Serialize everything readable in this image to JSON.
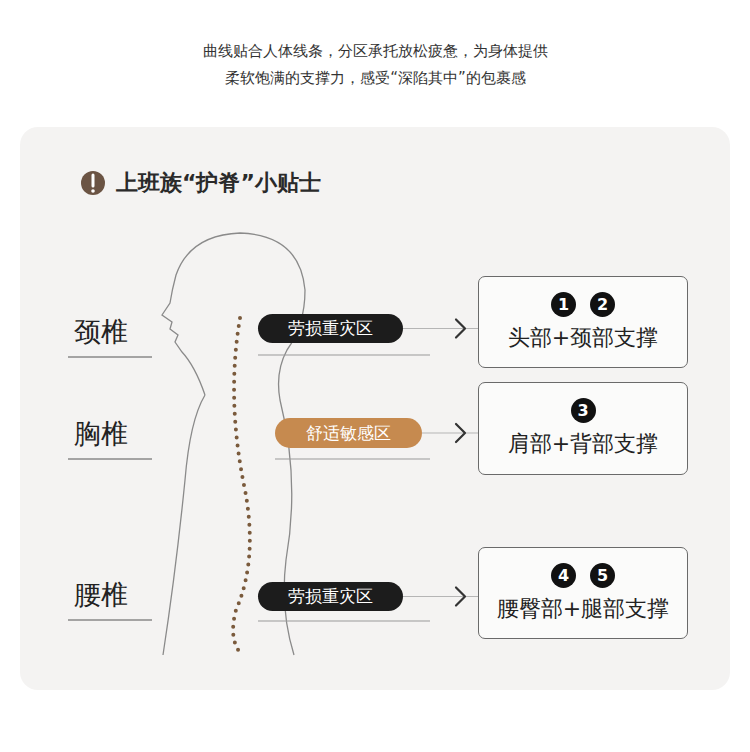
{
  "diagram": {
    "title": "上班族“护脊”小贴士",
    "nodes": [
      {
        "text": [
          "劳损重灾区"
        ]
      },
      {
        "text": [
          "1",
          "2",
          "头部+颈部支撑"
        ]
      },
      {
        "text": [
          "舒适敏感区"
        ]
      },
      {
        "text": [
          "3",
          "肩部+背部支撑"
        ]
      },
      {
        "text": [
          "劳损重灾区"
        ]
      },
      {
        "text": [
          "4",
          "5",
          "腰臀部+腿部支撑"
        ]
      }
    ],
    "edges": [
      {
        "from": 0,
        "to": 1,
        "arrow": "to"
      },
      {
        "from": 2,
        "to": 3,
        "arrow": "to"
      },
      {
        "from": 4,
        "to": 5,
        "arrow": "to"
      }
    ],
    "labels": [
      "曲线贴合人体线条，分区承托放松疲惫，为身体提供 柔软饱满的支撑力，感受“深陷其中”的包裹感",
      "颈椎",
      "胸椎",
      "腰椎"
    ]
  }
}
